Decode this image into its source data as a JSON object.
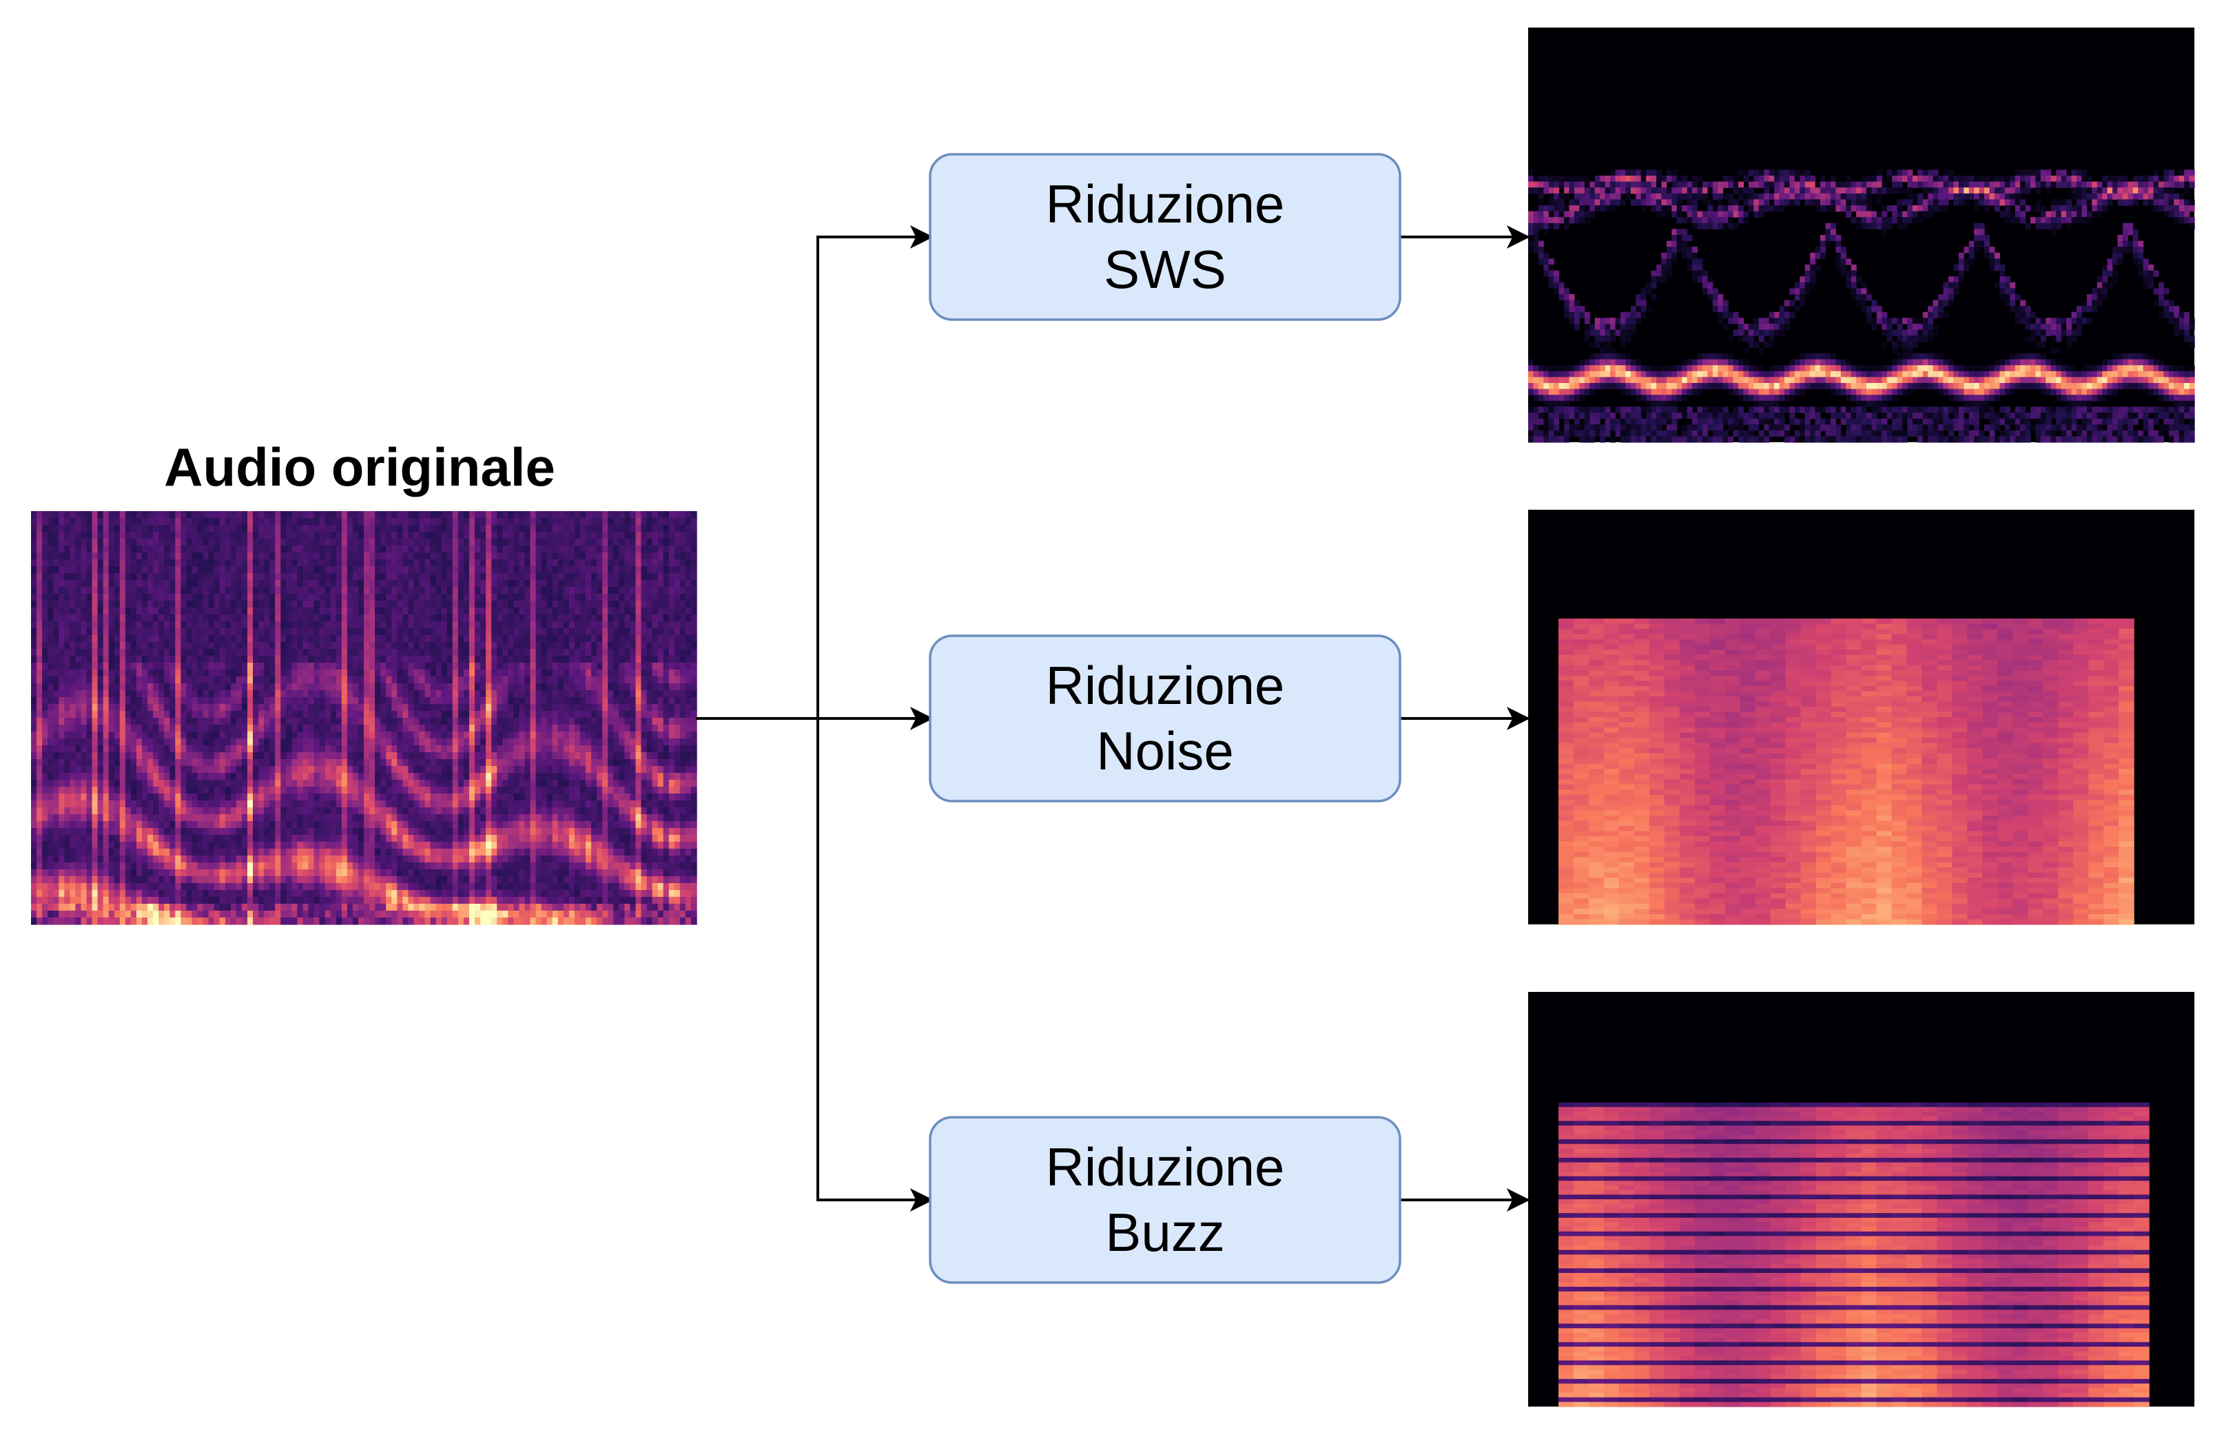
{
  "title": "Audio originale",
  "boxes": [
    {
      "line1": "Riduzione",
      "line2": "SWS"
    },
    {
      "line1": "Riduzione",
      "line2": "Noise"
    },
    {
      "line1": "Riduzione",
      "line2": "Buzz"
    }
  ],
  "colors": {
    "box_fill": "#dae8fc",
    "box_border": "#6c8ebf",
    "spectrogram_palette": [
      "#000004",
      "#221150",
      "#5f187f",
      "#982d80",
      "#d3436e",
      "#f8765c",
      "#febb81",
      "#fcfdbf"
    ]
  }
}
